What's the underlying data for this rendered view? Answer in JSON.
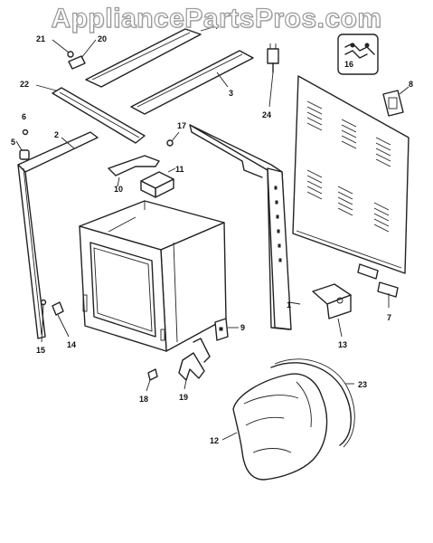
{
  "watermark": "AppliancePartsPros.com",
  "callouts": [
    {
      "id": "c1",
      "label": "1"
    },
    {
      "id": "c2",
      "label": "2"
    },
    {
      "id": "c3",
      "label": "3"
    },
    {
      "id": "c4",
      "label": "4"
    },
    {
      "id": "c5",
      "label": "5"
    },
    {
      "id": "c6",
      "label": "6"
    },
    {
      "id": "c7",
      "label": "7"
    },
    {
      "id": "c8",
      "label": "8"
    },
    {
      "id": "c9",
      "label": "9"
    },
    {
      "id": "c10",
      "label": "10"
    },
    {
      "id": "c11",
      "label": "11"
    },
    {
      "id": "c12",
      "label": "12"
    },
    {
      "id": "c13",
      "label": "13"
    },
    {
      "id": "c14",
      "label": "14"
    },
    {
      "id": "c15",
      "label": "15"
    },
    {
      "id": "c16",
      "label": "16"
    },
    {
      "id": "c17",
      "label": "17"
    },
    {
      "id": "c18",
      "label": "18"
    },
    {
      "id": "c19",
      "label": "19"
    },
    {
      "id": "c20",
      "label": "20"
    },
    {
      "id": "c21",
      "label": "21"
    },
    {
      "id": "c22",
      "label": "22"
    },
    {
      "id": "c23",
      "label": "23"
    },
    {
      "id": "c24",
      "label": "24"
    }
  ]
}
